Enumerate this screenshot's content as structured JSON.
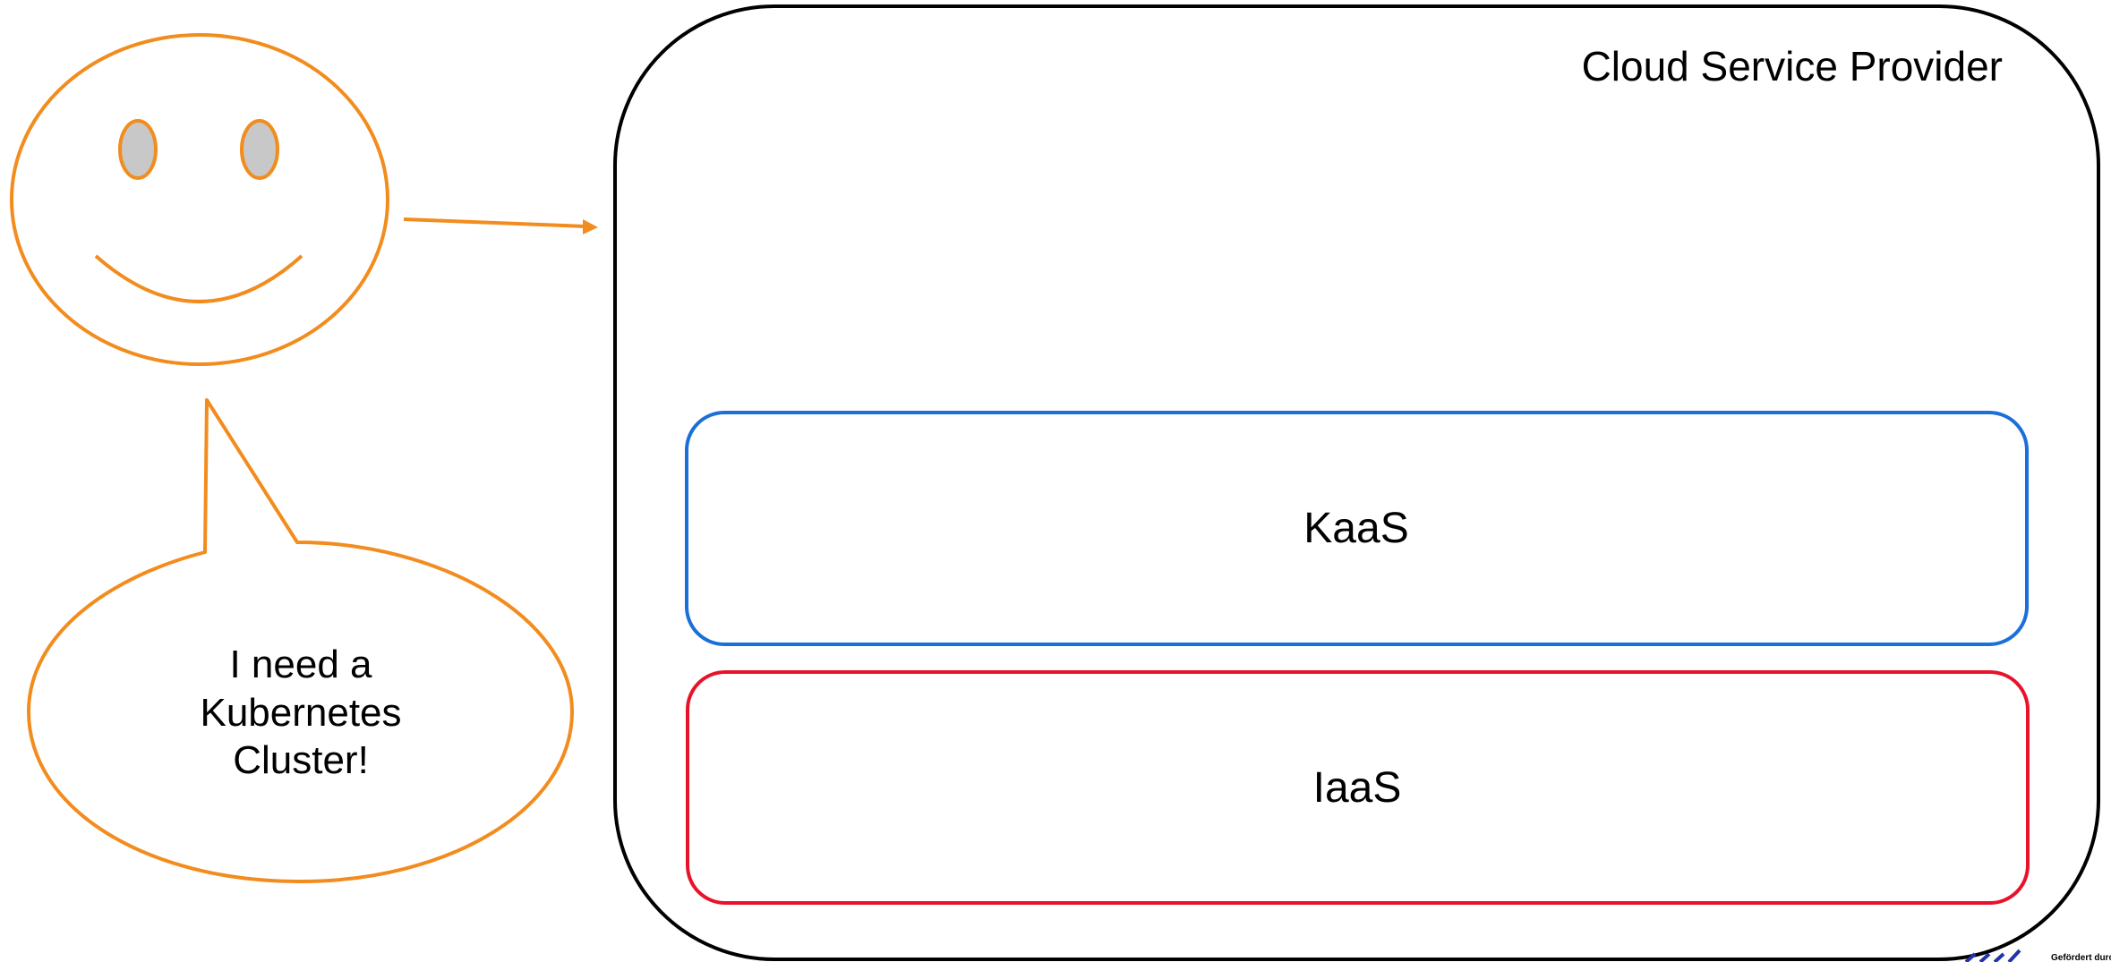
{
  "diagram": {
    "provider_label": "Cloud Service Provider",
    "kaas_label": "KaaS",
    "iaas_label": "IaaS",
    "speech_lines": [
      "I need a",
      "Kubernetes",
      "Cluster!"
    ],
    "footer_text": "Gefördert durch:"
  },
  "colors": {
    "person": "#f28c1e",
    "eye_fill": "#c8c8c8",
    "provider_border": "#000000",
    "kaas_border": "#1a6fd8",
    "iaas_border": "#e8132b",
    "logo_fragment": "#2233aa"
  },
  "icons": {
    "person": "smiley-face-icon",
    "arrow": "request-arrow-icon"
  }
}
